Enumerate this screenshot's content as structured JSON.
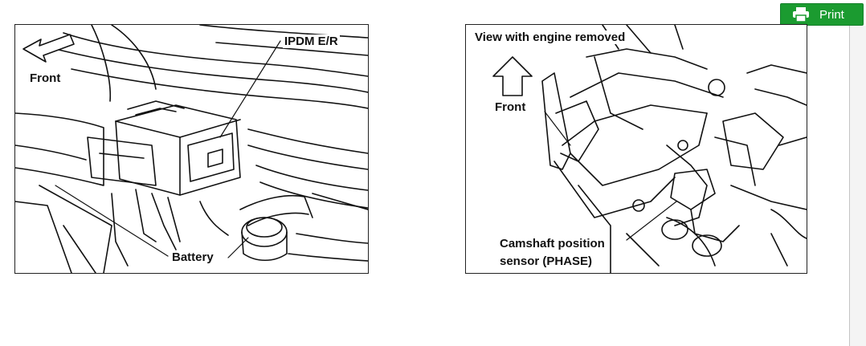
{
  "toolbar": {
    "print_label": "Print",
    "print_icon": "printer-icon",
    "accent_color": "#1b9b30"
  },
  "figure_left": {
    "direction_label": "Front",
    "callout_ipdm": "IPDM E/R",
    "callout_battery": "Battery"
  },
  "figure_right": {
    "caption": "View with engine removed",
    "direction_label": "Front",
    "callout_sensor_line1": "Camshaft position",
    "callout_sensor_line2": "sensor (PHASE)"
  }
}
